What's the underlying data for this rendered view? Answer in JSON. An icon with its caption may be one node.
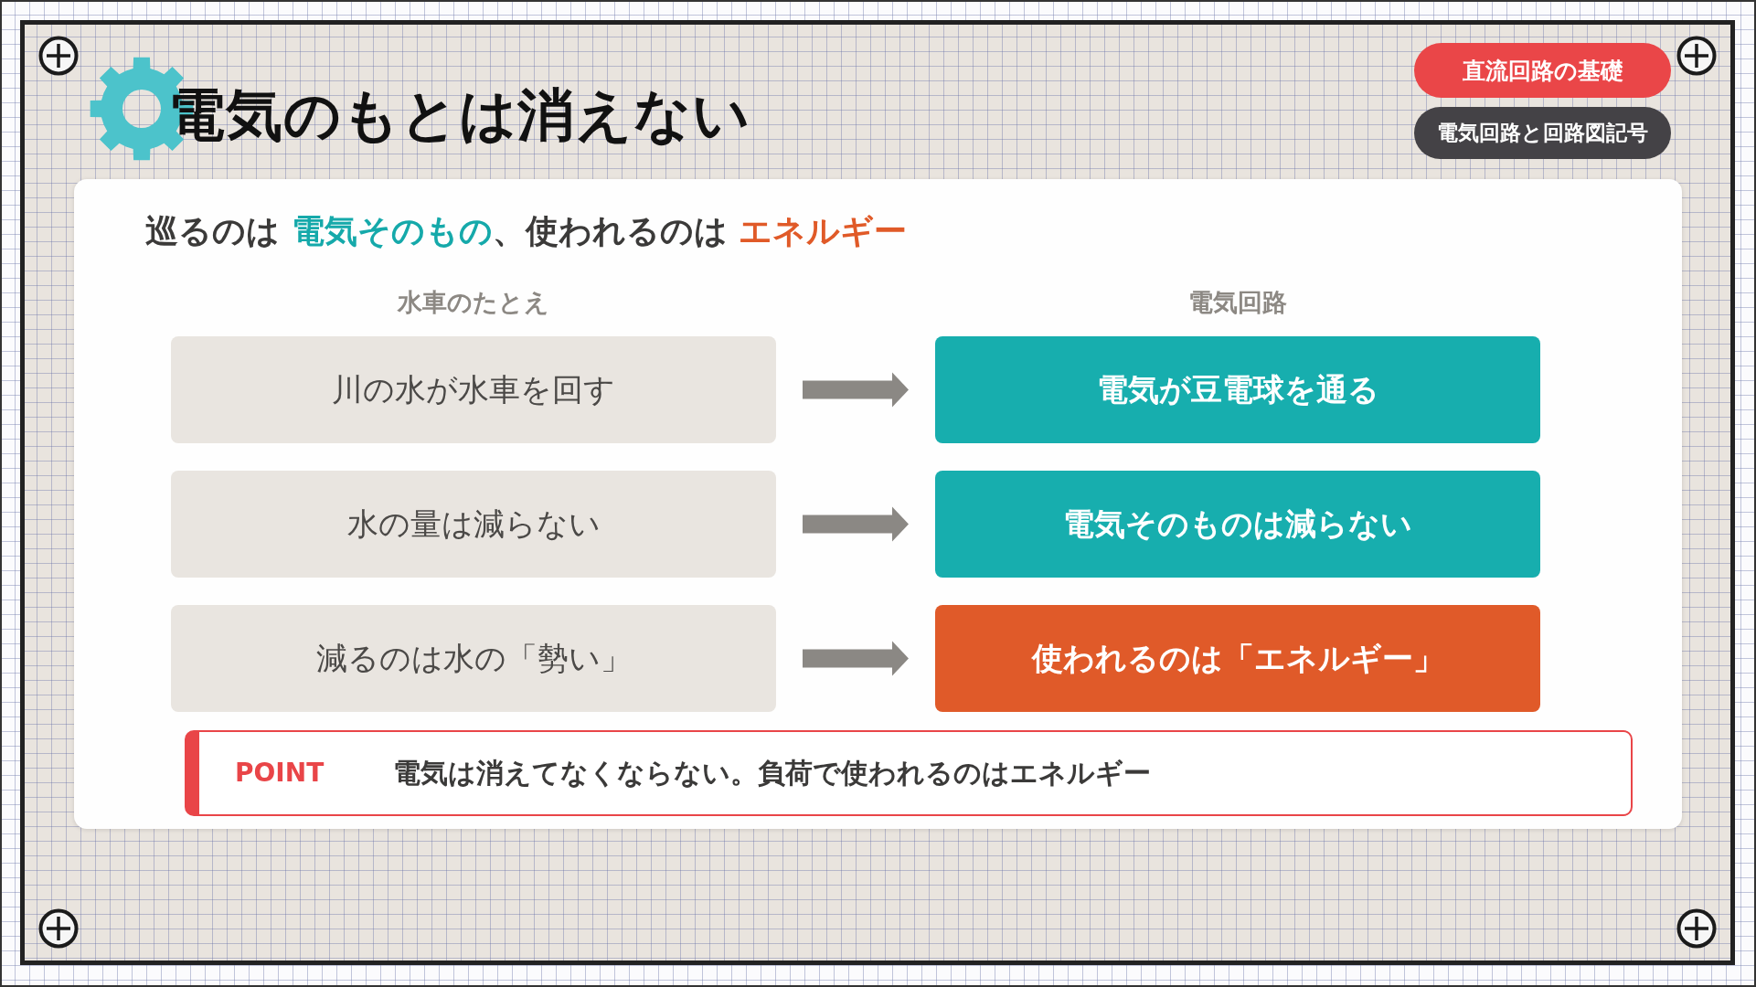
{
  "diagram": {
    "title": "電気のもとは消えない",
    "nodes": [
      {
        "text": [
          "直流回路の基礎"
        ]
      },
      {
        "text": [
          "電気回路と回路図記号"
        ]
      },
      {
        "text": [
          "巡るのは **電気そのもの**、使われるのは **エネルギー**",
          "水車のたとえ",
          "電気回路"
        ]
      },
      {
        "text": [
          "川の水が水車を回す"
        ],
        "in": 2
      },
      {
        "text": [
          "電気が豆電球を通る"
        ],
        "in": 2
      },
      {
        "text": [
          "水の量は減らない"
        ],
        "in": 2
      },
      {
        "text": [
          "電気そのものは減らない"
        ],
        "in": 2
      },
      {
        "text": [
          "減るのは水の「勢い」"
        ],
        "in": 2
      },
      {
        "text": [
          "使われるのは「エネルギー」"
        ],
        "in": 2
      },
      {
        "text": [
          "POINT",
          "電気は消えてなくならない。負荷で使われるのはエネルギー"
        ],
        "in": 2
      }
    ],
    "edges": [
      {
        "from": 3,
        "to": 4,
        "arrow": "to"
      },
      {
        "from": 5,
        "to": 6,
        "arrow": "to"
      },
      {
        "from": 7,
        "to": 8,
        "arrow": "to"
      }
    ]
  }
}
